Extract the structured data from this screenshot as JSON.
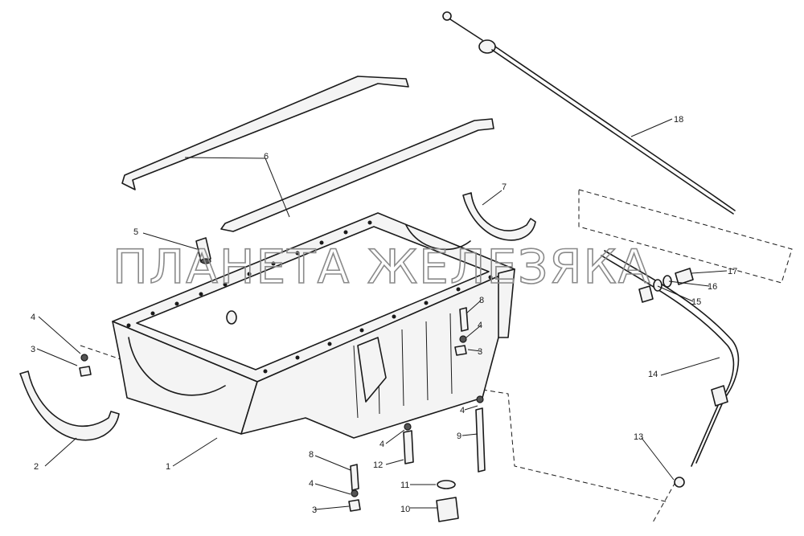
{
  "watermark": "ПЛАНЕТА ЖЕЛЕЗЯКА",
  "callouts": {
    "n1": "1",
    "n2": "2",
    "n3a": "3",
    "n3b": "3",
    "n3c": "3",
    "n4a": "4",
    "n4b": "4",
    "n4c": "4",
    "n4d": "4",
    "n4e": "4",
    "n5": "5",
    "n6": "6",
    "n7": "7",
    "n8a": "8",
    "n8b": "8",
    "n9": "9",
    "n10": "10",
    "n11": "11",
    "n12": "12",
    "n13": "13",
    "n14": "14",
    "n15": "15",
    "n16": "16",
    "n17": "17",
    "n18": "18"
  }
}
